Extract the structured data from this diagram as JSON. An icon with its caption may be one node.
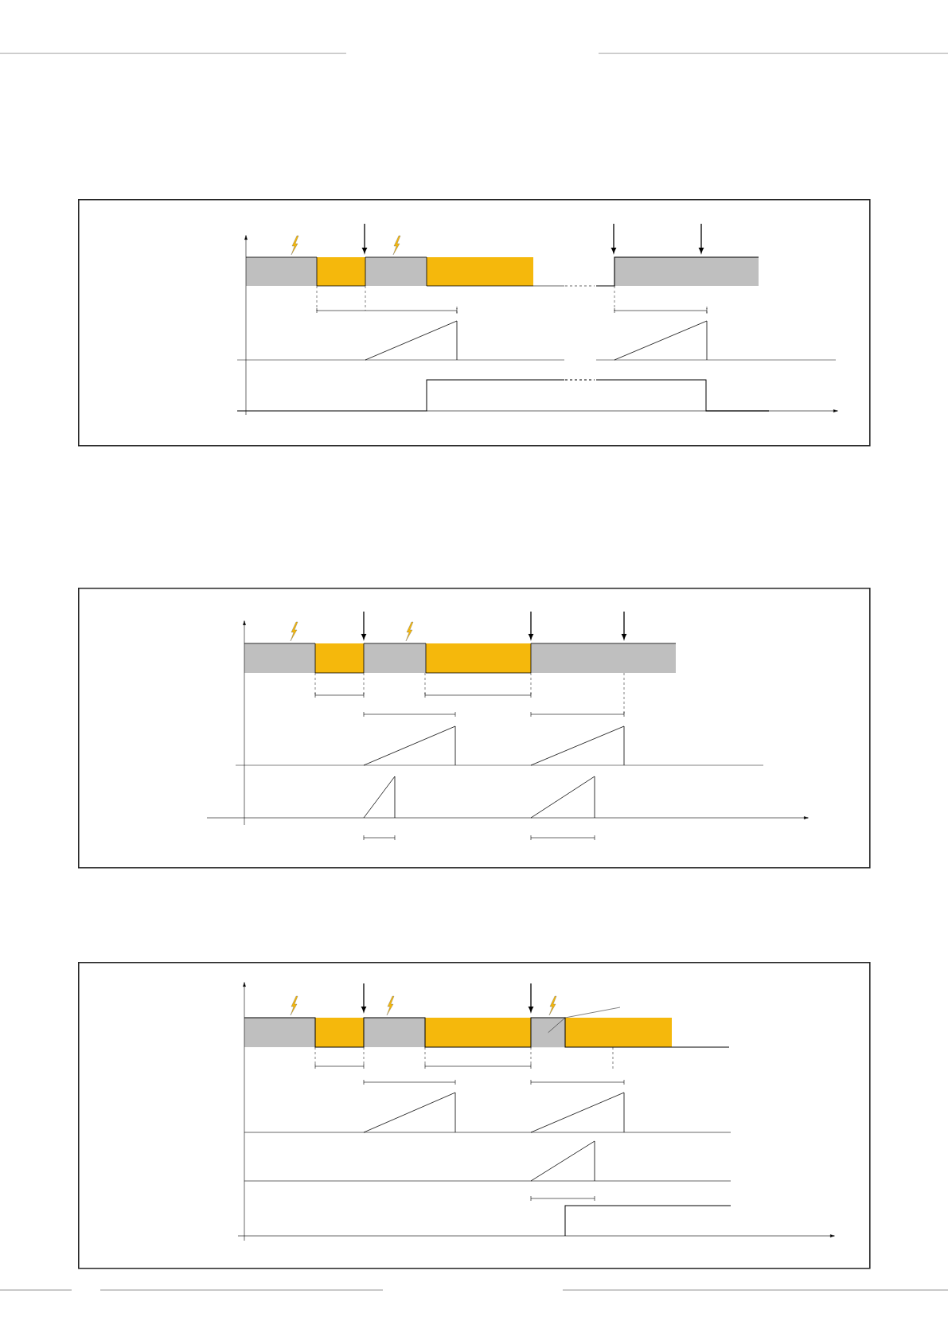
{
  "diagram": {
    "nodes": [
      {
        "text": [],
        "shape": "box"
      },
      {
        "text": [],
        "shape": "box"
      },
      {
        "text": [],
        "shape": "box"
      },
      {
        "text": [],
        "shape": "box",
        "in": 2
      }
    ],
    "edges": [
      {
        "from": null,
        "to": 3,
        "arrow": "none"
      }
    ]
  }
}
